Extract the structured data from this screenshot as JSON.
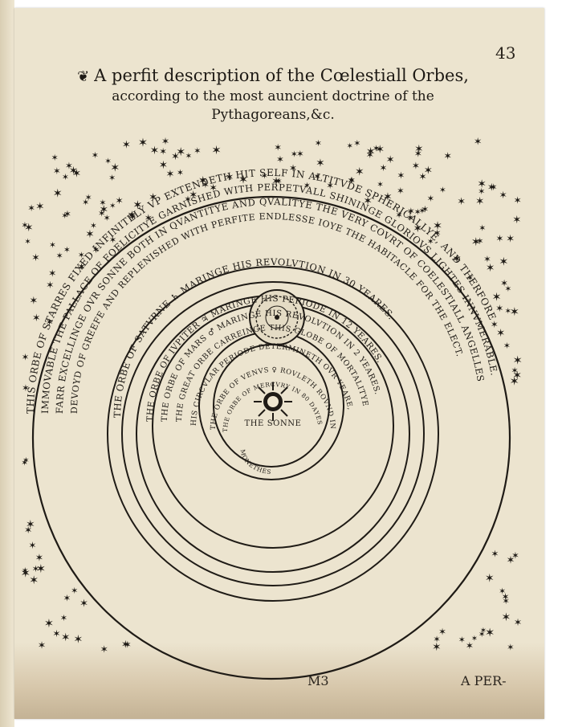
{
  "page": {
    "page_number": "43",
    "title": {
      "fleuron": "❦",
      "line1": "A perfit description of the Cœlestiall Orbes,",
      "line2": "according to the most auncient doctrine of the",
      "line3": "Pythagoreans,&c."
    },
    "footer": {
      "signature": "M3",
      "catchword": "A PER-"
    }
  },
  "diagram": {
    "fixed_stars_text": "THIS ORBE OF STARRES FIXED INFINITELY VP EXTENDETH HIT SELF IN ALTITVDE SPHERICALLYE, AND THERFORE",
    "immovable_text": "IMMOVABLE THE PALLACE OF FOELICITYE GARNISHED WITH PERPETVALL SHININGE GLORIOVS LIGHTES INNVMERABLE.",
    "excelling_text": "FARR EXCELLINGE OVR SONNE BOTH IN QVANTITYE AND QVALITYE THE VERY COVRT OF COELESTIALL ANGELLES",
    "devoid_text": "DEVOYD OF GREEFE AND REPLENISHED WITH PERFITE ENDLESSE IOYE THE HABITACLE FOR THE ELECT.",
    "saturn_text": "THE ORBE OF SATVRNE ♄ MARINGE HIS REVOLVTION IN 30 YEARES.",
    "jupiter_text": "THE ORBE OF IVPITER ♃ MARINGE HIS PERIODE IN 12 YEARES.",
    "mars_text": "THE ORBE OF MARS ♂ MARINGE HIS REVOLVTION IN 2 YEARES.",
    "earth_orbe_text": "THE GREAT ORBE CARREINGE THIS GLOBE OF MORTALITYE",
    "earth_period_text": "HIS CIRCVLAR PERIODE DETERMINETH OVR YEARE,",
    "venus_text": "THE ORBE OF VENVS ♀ ROVLETH ROVND IN 9",
    "mercury_text": "THE ORBE OF MERCVRY IN 80 DAYES",
    "moneths_text": "MONETHES",
    "sun_label": "THE SONNE"
  }
}
